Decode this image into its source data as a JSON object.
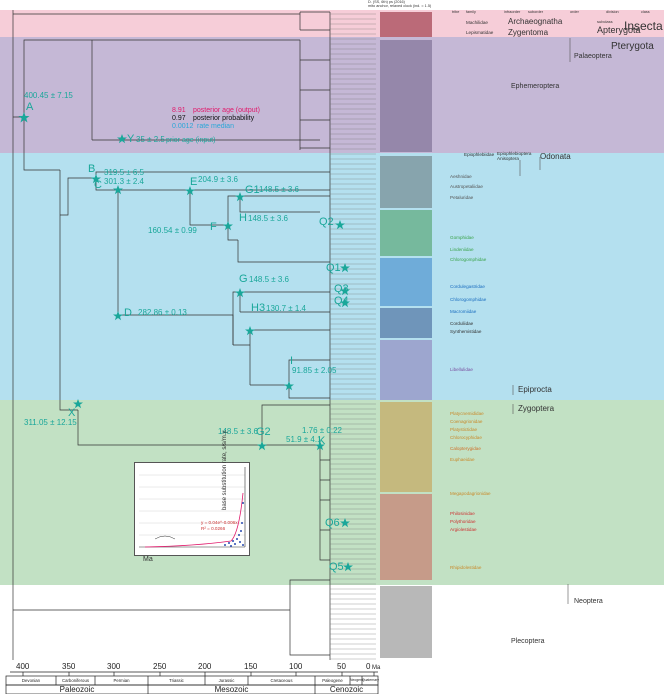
{
  "header": {
    "tree_note_1": "D. (SS, 6th) ps (2016)",
    "tree_note_2": "mito anchor, relaxed clock (ind. = 1.5)",
    "ranks": [
      "tribe",
      "family",
      "infraorder",
      "suborder",
      "order",
      "division",
      "class"
    ]
  },
  "taxa": {
    "insecta": "Insecta",
    "subclass_word": "subclass",
    "apterygota": "Apterygota",
    "archaeognatha": "Archaeognatha",
    "zygentoma": "Zygentoma",
    "machilidae": "Machilidae",
    "lepismatidae": "Lepismatidae",
    "pterygota": "Pterygota",
    "palaeoptera": "Palaeoptera",
    "ephemeroptera": "Ephemeroptera",
    "odonata": "Odonata",
    "epiophlebioptera": "Epiophlebioptera",
    "anisoptera": "Anisoptera",
    "epiophlebiidae": "Epiophlebiidae",
    "epiprocta": "Epiprocta",
    "zygoptera": "Zygoptera",
    "neoptera": "Neoptera",
    "plecoptera": "Plecoptera",
    "families": [
      {
        "name": "Aeshnidae",
        "color": "#555555"
      },
      {
        "name": "Austropetaliidae",
        "color": "#555555"
      },
      {
        "name": "Petaluridae",
        "color": "#555555"
      },
      {
        "name": "Gomphidae",
        "color": "#3aa34a"
      },
      {
        "name": "Lindeniidae",
        "color": "#3aa34a"
      },
      {
        "name": "Chlorogomphidae",
        "color": "#3aa34a"
      },
      {
        "name": "Cordulegastridae",
        "color": "#1a6dbf"
      },
      {
        "name": "Chlorogomphidae",
        "color": "#1a6dbf"
      },
      {
        "name": "Macromiidae",
        "color": "#1a6dbf"
      },
      {
        "name": "Corduliidae",
        "color": "#333333"
      },
      {
        "name": "Synthemistidae",
        "color": "#333333"
      },
      {
        "name": "Libellulidae",
        "color": "#7a4fa0"
      },
      {
        "name": "Platycnemididae",
        "color": "#c98a2b"
      },
      {
        "name": "Coenagrionidae",
        "color": "#c98a2b"
      },
      {
        "name": "Platystictidae",
        "color": "#c98a2b"
      },
      {
        "name": "Chlorocyphidae",
        "color": "#c98a2b"
      },
      {
        "name": "Calopterygidae",
        "color": "#d0702a"
      },
      {
        "name": "Euphaeidae",
        "color": "#c98a2b"
      },
      {
        "name": "Megapodagrionidae",
        "color": "#c98a2b"
      },
      {
        "name": "Philosinidae",
        "color": "#c33"
      },
      {
        "name": "Polythoridae",
        "color": "#c33"
      },
      {
        "name": "Argiolestidae",
        "color": "#c33"
      },
      {
        "name": "Rhipidolestidae",
        "color": "#c98a2b"
      }
    ]
  },
  "nodes": {
    "A": {
      "letter": "A",
      "age": "400.45 ± 7.15"
    },
    "B": {
      "letter": "B",
      "age": "319.5 ± 6.5"
    },
    "C": {
      "letter": "C",
      "age": "301.3 ± 2.4"
    },
    "D": {
      "letter": "D",
      "age": "282.86 ± 0.13"
    },
    "E": {
      "letter": "E",
      "age": "204.9 ± 3.6"
    },
    "F": {
      "letter": "F",
      "age": "160.54 ± 0.99"
    },
    "G1": {
      "letter": "G1",
      "age": "148.5 ± 3.6"
    },
    "H": {
      "letter": "H",
      "age": "148.5 ± 3.6"
    },
    "G": {
      "letter": "G",
      "age": "148.5 ± 3.6"
    },
    "H3": {
      "letter": "H3",
      "age": "130.7 ± 1.4"
    },
    "I": {
      "letter": "I",
      "age": "91.85 ± 2.05"
    },
    "G2": {
      "letter": "G2",
      "age": "148.5 ± 3.6"
    },
    "K": {
      "letter": "K",
      "age": "51.9 ± 4.1"
    },
    "K2": {
      "age": "1.76 ± 0.22"
    },
    "X": {
      "letter": "X",
      "age": "311.05 ± 12.15"
    },
    "Y": {
      "letter": "Y",
      "age": "35 ± 2.5"
    },
    "Q1": "Q1",
    "Q2": "Q2",
    "Q3": "Q3",
    "Q4": "Q4",
    "Q5": "Q5",
    "Q6": "Q6"
  },
  "legend": {
    "posterior_age_value": "8.91",
    "posterior_age_label": "posterior age (output)",
    "posterior_prob_value": "0.97",
    "posterior_prob_label": "posterior probability",
    "rate_value": "0.0012",
    "rate_label": "rate median",
    "prior_label": "prior age (input)",
    "colors": {
      "age": "#e0196b",
      "prob": "#111111",
      "rate": "#2aa7d8",
      "prior": "#1aa79a"
    }
  },
  "inset": {
    "ylabel": "base substitution rate, s/s/m.y.",
    "xlabel": "Ma",
    "eq1": "y = 0.04e^-0.006x",
    "eq2": "R² = 0.0266"
  },
  "timescale": {
    "ticks": [
      "400",
      "350",
      "300",
      "250",
      "200",
      "150",
      "100",
      "50",
      "0"
    ],
    "unit": "Ma",
    "periods": [
      "Devonian",
      "Carboniferous",
      "Permian",
      "Triassic",
      "Jurassic",
      "Cretaceous",
      "Paleogene",
      "Neogene",
      "Quaternary"
    ],
    "eras": [
      "Paleozoic",
      "Mesozoic",
      "Cenozoic"
    ]
  },
  "bands": [
    {
      "name": "apterygota-band",
      "color": "#f6cdd8"
    },
    {
      "name": "ephemeroptera-band",
      "color": "#c5b8d6"
    },
    {
      "name": "odonata-band",
      "color": "#b4e0ef"
    },
    {
      "name": "zygoptera-band",
      "color": "#c2e1c4"
    }
  ]
}
